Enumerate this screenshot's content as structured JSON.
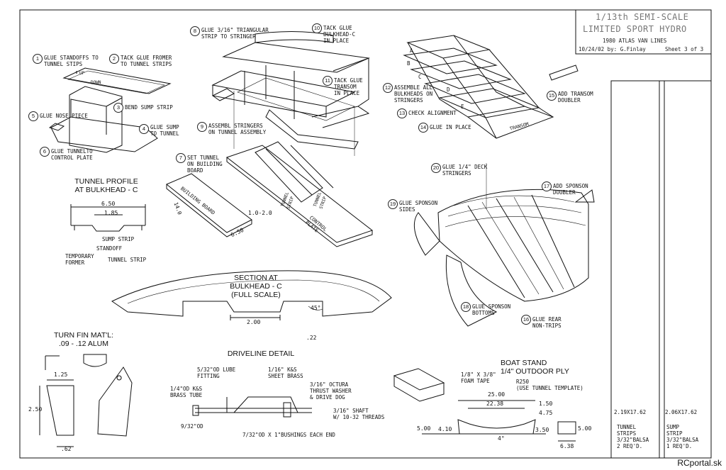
{
  "title": {
    "line1": "1/13th SEMI-SCALE",
    "line2": "LIMITED SPORT HYDRO",
    "line3": "1980 ATLAS VAN LINES",
    "date_author": "10/24/02 by: G.Finlay",
    "sheet": "Sheet 3 of 3"
  },
  "steps": [
    {
      "num": "1",
      "text": "GLUE STANDOFFS TO\nTUNNEL STIPS"
    },
    {
      "num": "2",
      "text": "TACK GLUE FROMER\nTO TUNNEL STRIPS"
    },
    {
      "num": "3",
      "text": "BEND SUMP STRIP"
    },
    {
      "num": "4",
      "text": "GLUE SUMP\nTO TUNNEL"
    },
    {
      "num": "5",
      "text": "GLUE NOSE PIECE"
    },
    {
      "num": "6",
      "text": "GLUE TUNNELTO\nCONTROL PLATE"
    },
    {
      "num": "7",
      "text": "SET TUNNEL\nON BUILDING\nBOARD"
    },
    {
      "num": "8",
      "text": "GLUE 3/16\" TRIANGULAR\nSTRIP TO STRINGER"
    },
    {
      "num": "9",
      "text": "ASSEMBL STRINGERS\nON TUNNEL ASSEMBLY"
    },
    {
      "num": "10",
      "text": "TACK GLUE\nBULKHEAD-C\nIN PLACE"
    },
    {
      "num": "11",
      "text": "TACK GLUE\nTRANSOM\nIN PLACE"
    },
    {
      "num": "12",
      "text": "ASSEMBLE ALL\nBULKHEADS ON\nSTRINGERS"
    },
    {
      "num": "13",
      "text": "CHECK ALIGNMENT"
    },
    {
      "num": "14",
      "text": "GLUE IN PLACE"
    },
    {
      "num": "15",
      "text": "ADD TRANSOM\nDOUBLER"
    },
    {
      "num": "16",
      "text": "GLUE REAR\nNON-TRIPS"
    },
    {
      "num": "17",
      "text": "ADD SPONSON\nDOUBLER"
    },
    {
      "num": "18",
      "text": "GLUE SPONSON\nBOTTOMS"
    },
    {
      "num": "19",
      "text": "GLUE SPONSON\nSIDES"
    },
    {
      "num": "20",
      "text": "GLUE 1/4\" DECK\nSTRINGERS"
    }
  ],
  "small_labels": {
    "up": "UP",
    "down": "DOWN",
    "building_board": "BUILDING BOARD",
    "board_len": "14.0",
    "board_h": "1.0-2.0",
    "board_w": "6.50",
    "tunnel_strip": "TUNNEL\nSTRIP",
    "tunnel_strip2": "TUNNEL\nSTRIP",
    "control_plate": "CONTROL\nPLATE",
    "transom": "TRANSOM",
    "bulk_a": "A",
    "bulk_b": "B",
    "bulk_c": "C",
    "bulk_d": "D",
    "bulk_e": "E"
  },
  "tunnel_profile": {
    "heading": "TUNNEL PROFILE\nAT BULKHEAD - C",
    "dim_650": "6.50",
    "dim_185": "1.85",
    "sump_strip": "SUMP STRIP",
    "standoff": "STANDOFF",
    "temp_former": "TEMPORARY\nFORMER",
    "tunnel_strip": "TUNNEL STRIP"
  },
  "section": {
    "heading": "SECTION AT\nBULKHEAD - C\n(FULL SCALE)",
    "dim_200": "2.00",
    "dim_45": "45°",
    "dim_22": ".22"
  },
  "turn_fin": {
    "heading": "TURN FIN MAT'L:\n.09 - .12 ALUM",
    "dim_125": "1.25",
    "dim_250": "2.50",
    "dim_62": ".62"
  },
  "driveline": {
    "heading": "DRIVELINE DETAIL",
    "lube": "5/32\"OD LUBE\nFITTING",
    "ks_brass": "1/16\" K&S\nSHEET BRASS",
    "brass_tube": "1/4\"OD K&S\nBRASS TUBE",
    "octura": "3/16\" OCTURA\nTHRUST WASHER\n& DRIVE DOG",
    "od932": "9/32\"OD",
    "shaft": "3/16\" SHAFT\nW/ 10-32 THREADS",
    "bushings": "7/32\"OD X 1\"BUSHINGS EACH END"
  },
  "boat_stand": {
    "heading": "BOAT STAND\n1/4\" OUTDOOR PLY",
    "foam": "1/8\" X 3/8\"\nFOAM TAPE",
    "r250": "R250\n(USE TUNNEL TEMPLATE)",
    "d2500": "25.00",
    "d2238": "22.38",
    "d150": "1.50",
    "d475": "4.75",
    "d500": "5.00",
    "d410": "4.10",
    "d350": "3.50",
    "d4deg": "4°",
    "d500r": "5.00",
    "d638": "6.38"
  },
  "strips": [
    {
      "size": "2.19X17.62",
      "text": "TUNNEL\nSTRIPS\n3/32\"BALSA\n2 REQ'D."
    },
    {
      "size": "2.06X17.62",
      "text": "SUMP\nSTRIP\n3/32\"BALSA\n1 REQ'D."
    }
  ],
  "brand": "RCportal.sk"
}
